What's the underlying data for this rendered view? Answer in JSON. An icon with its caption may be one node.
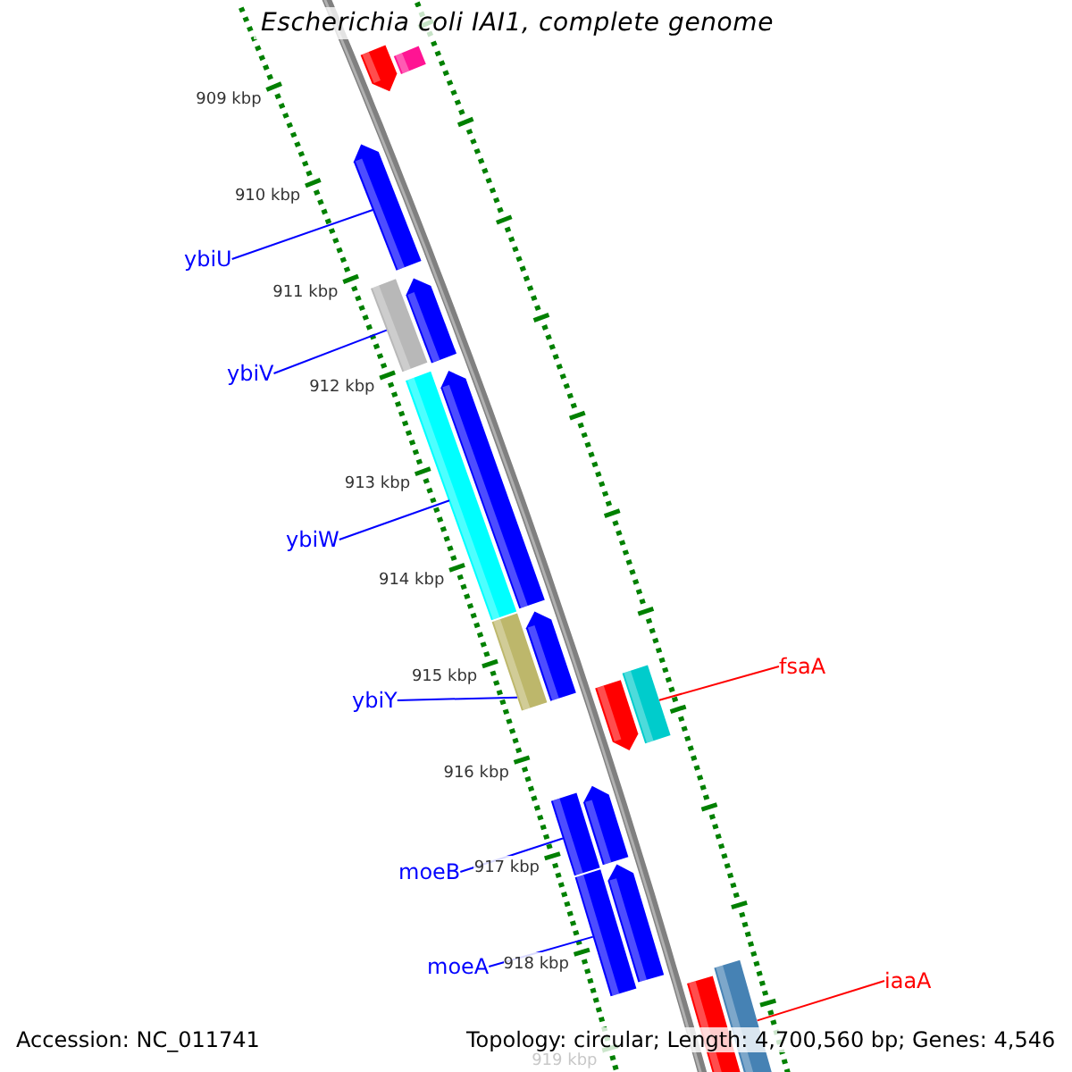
{
  "diagram": {
    "title": "Escherichia coli IAI1, complete genome",
    "nodes": [
      {
        "text": [],
        "shape": "pentagon"
      },
      {
        "text": [],
        "shape": "bar"
      },
      {
        "text": [
          "ybiU"
        ]
      },
      {
        "text": [],
        "shape": "pentagon"
      },
      {
        "text": [
          "ybiV"
        ]
      },
      {
        "text": [],
        "shape": "bar"
      },
      {
        "text": [],
        "shape": "pentagon"
      },
      {
        "text": [
          "ybiW"
        ]
      },
      {
        "text": [],
        "shape": "bar"
      },
      {
        "text": [],
        "shape": "pentagon"
      },
      {
        "text": [],
        "shape": "bar"
      },
      {
        "text": [],
        "shape": "pentagon"
      },
      {
        "text": [
          "ybiY"
        ]
      },
      {
        "text": [],
        "shape": "pentagon"
      },
      {
        "text": [],
        "shape": "bar"
      },
      {
        "text": [
          "fsaA"
        ]
      },
      {
        "text": [],
        "shape": "pentagon"
      },
      {
        "text": [
          "moeB"
        ]
      },
      {
        "text": [],
        "shape": "bar"
      },
      {
        "text": [],
        "shape": "pentagon"
      },
      {
        "text": [
          "moeA"
        ]
      },
      {
        "text": [],
        "shape": "bar"
      },
      {
        "text": [],
        "shape": "pentagon"
      },
      {
        "text": [],
        "shape": "bar"
      },
      {
        "text": [
          "iaaA"
        ]
      }
    ],
    "edges": [
      {
        "from": 2,
        "to": 3,
        "arrow": "none"
      },
      {
        "from": 4,
        "to": 5,
        "arrow": "none"
      },
      {
        "from": 7,
        "to": 8,
        "arrow": "none"
      },
      {
        "from": 12,
        "to": 10,
        "arrow": "none"
      },
      {
        "from": 15,
        "to": 14,
        "arrow": "none",
        "color": "#ff0000"
      },
      {
        "from": 17,
        "to": 18,
        "arrow": "none"
      },
      {
        "from": 20,
        "to": 21,
        "arrow": "none"
      },
      {
        "from": 24,
        "to": 23,
        "arrow": "none",
        "color": "#ff0000"
      }
    ],
    "labels": [
      "909 kbp",
      "910 kbp",
      "911 kbp",
      "912 kbp",
      "913 kbp",
      "914 kbp",
      "915 kbp",
      "916 kbp",
      "917 kbp",
      "918 kbp",
      "919 kbp",
      "Accession: NC_011741",
      "Topology: circular; Length: 4,700,560 bp; Genes: 4,546"
    ]
  }
}
